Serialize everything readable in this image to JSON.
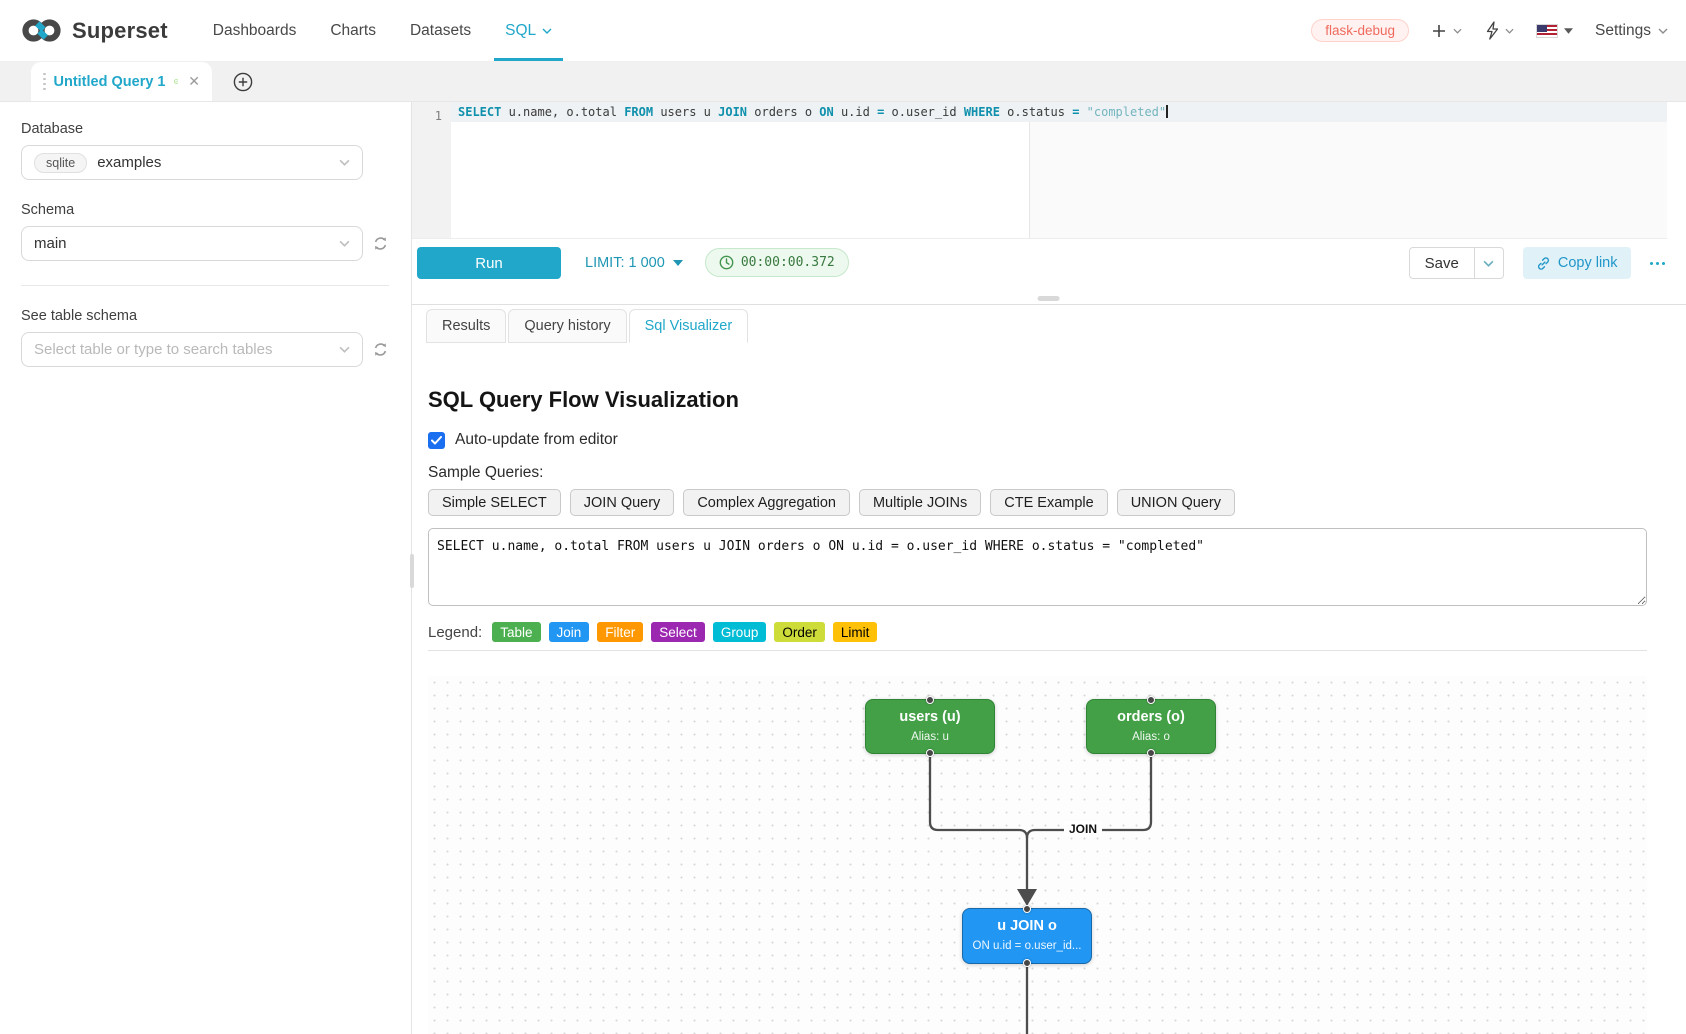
{
  "nav": {
    "brand": "Superset",
    "items": [
      {
        "label": "Dashboards"
      },
      {
        "label": "Charts"
      },
      {
        "label": "Datasets"
      },
      {
        "label": "SQL",
        "active": true
      }
    ],
    "environment_tag": "flask-debug",
    "settings_label": "Settings",
    "accent_color": "#20a7c9"
  },
  "query_tabs": {
    "active_tab": "Untitled Query 1"
  },
  "sidebar": {
    "database_label": "Database",
    "database_engine": "sqlite",
    "database_name": "examples",
    "schema_label": "Schema",
    "schema_value": "main",
    "table_label": "See table schema",
    "table_placeholder": "Select table or type to search tables"
  },
  "editor": {
    "line_number": "1",
    "sql_text": "SELECT u.name, o.total FROM users u JOIN orders o ON u.id = o.user_id WHERE o.status = \"completed\"",
    "tokens": [
      {
        "text": "SELECT",
        "type": "kw"
      },
      {
        "text": " u.name, o.total ",
        "type": "plain"
      },
      {
        "text": "FROM",
        "type": "kw"
      },
      {
        "text": " users u ",
        "type": "plain"
      },
      {
        "text": "JOIN",
        "type": "kw"
      },
      {
        "text": " orders o ",
        "type": "plain"
      },
      {
        "text": "ON",
        "type": "kw"
      },
      {
        "text": " u.id ",
        "type": "plain"
      },
      {
        "text": "=",
        "type": "op"
      },
      {
        "text": " o.user_id ",
        "type": "plain"
      },
      {
        "text": "WHERE",
        "type": "kw"
      },
      {
        "text": " o.status ",
        "type": "plain"
      },
      {
        "text": "=",
        "type": "op"
      },
      {
        "text": " ",
        "type": "plain"
      },
      {
        "text": "\"completed\"",
        "type": "str"
      }
    ]
  },
  "toolbar": {
    "run_label": "Run",
    "limit_label": "LIMIT:",
    "limit_value": "1 000",
    "timer": "00:00:00.372",
    "timer_color": "#38793f",
    "save_label": "Save",
    "copy_link_label": "Copy link"
  },
  "result_tabs": {
    "tabs": [
      {
        "label": "Results"
      },
      {
        "label": "Query history"
      },
      {
        "label": "Sql Visualizer",
        "active": true
      }
    ]
  },
  "visualizer": {
    "title": "SQL Query Flow Visualization",
    "auto_update_label": "Auto-update from editor",
    "auto_update_checked": true,
    "sample_queries_label": "Sample Queries:",
    "sample_buttons": [
      "Simple SELECT",
      "JOIN Query",
      "Complex Aggregation",
      "Multiple JOINs",
      "CTE Example",
      "UNION Query"
    ],
    "query_text": "SELECT u.name, o.total FROM users u JOIN orders o ON u.id = o.user_id WHERE o.status = \"completed\"",
    "legend_label": "Legend:",
    "legend": [
      {
        "label": "Table",
        "bg": "#4caf50",
        "fg": "#ffffff"
      },
      {
        "label": "Join",
        "bg": "#2196f3",
        "fg": "#ffffff"
      },
      {
        "label": "Filter",
        "bg": "#ff9800",
        "fg": "#ffffff"
      },
      {
        "label": "Select",
        "bg": "#9c27b0",
        "fg": "#ffffff"
      },
      {
        "label": "Group",
        "bg": "#00bcd4",
        "fg": "#ffffff"
      },
      {
        "label": "Order",
        "bg": "#cddc39",
        "fg": "#000000"
      },
      {
        "label": "Limit",
        "bg": "#ffc107",
        "fg": "#000000"
      }
    ],
    "flow": {
      "nodes": [
        {
          "title": "users (u)",
          "subtitle": "Alias: u",
          "color": "#43a047",
          "border": "#2f8435"
        },
        {
          "title": "orders (o)",
          "subtitle": "Alias: o",
          "color": "#43a047",
          "border": "#2f8435"
        },
        {
          "title": "u JOIN o",
          "subtitle": "ON u.id = o.user_id...",
          "color": "#2196f3",
          "border": "#1769aa"
        }
      ],
      "edge_label": "JOIN"
    }
  }
}
